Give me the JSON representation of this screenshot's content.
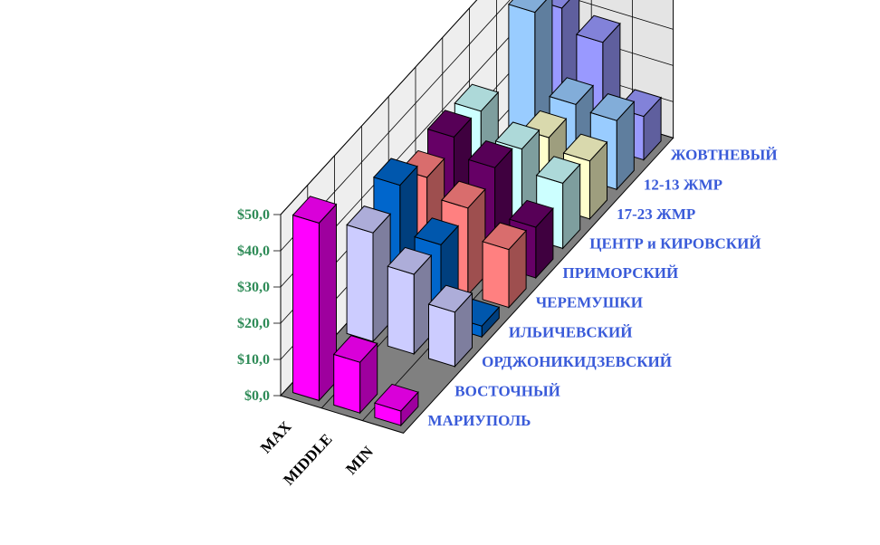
{
  "chart_data": {
    "type": "bar",
    "subtype": "3d-column",
    "title": "",
    "currency_axis": true,
    "y_ticks": [
      "$0,0",
      "$10,0",
      "$20,0",
      "$30,0",
      "$40,0",
      "$50,0"
    ],
    "ylim": [
      0,
      50
    ],
    "grid": true,
    "categories": [
      "МАРИУПОЛЬ",
      "ВОСТОЧНЫЙ",
      "ОРДЖОНИКИДЗЕВСКИЙ",
      "ИЛЬИЧЕВСКИЙ",
      "ЧЕРЕМУШКИ",
      "ПРИМОРСКИЙ",
      "ЦЕНТР и КИРОВСКИЙ",
      "17-23 ЖМР",
      "12-13 ЖМР",
      "ЖОВТНЕВЫЙ"
    ],
    "series": [
      {
        "name": "MAX",
        "values": [
          49,
          0,
          30,
          35,
          29,
          32,
          31,
          0,
          42,
          35
        ]
      },
      {
        "name": "MIDDLE",
        "values": [
          14,
          0,
          22,
          22,
          24,
          27,
          24,
          19,
          20,
          29
        ]
      },
      {
        "name": "MIN",
        "values": [
          4,
          0,
          15,
          3,
          16,
          14,
          18,
          16,
          19,
          12
        ]
      }
    ],
    "colors": {
      "МАРИУПОЛЬ": "#ff00ff",
      "ВОСТОЧНЫЙ": "#c0c0c0",
      "ОРДЖОНИКИДЗЕВСКИЙ": "#ccccff",
      "ИЛЬИЧЕВСКИЙ": "#0066cc",
      "ЧЕРЕМУШКИ": "#ff8080",
      "ПРИМОРСКИЙ": "#660066",
      "ЦЕНТР и КИРОВСКИЙ": "#ccffff",
      "17-23 ЖМР": "#ffffcc",
      "12-13 ЖМР": "#99ccff",
      "ЖОВТНЕВЫЙ": "#9999ff"
    }
  }
}
